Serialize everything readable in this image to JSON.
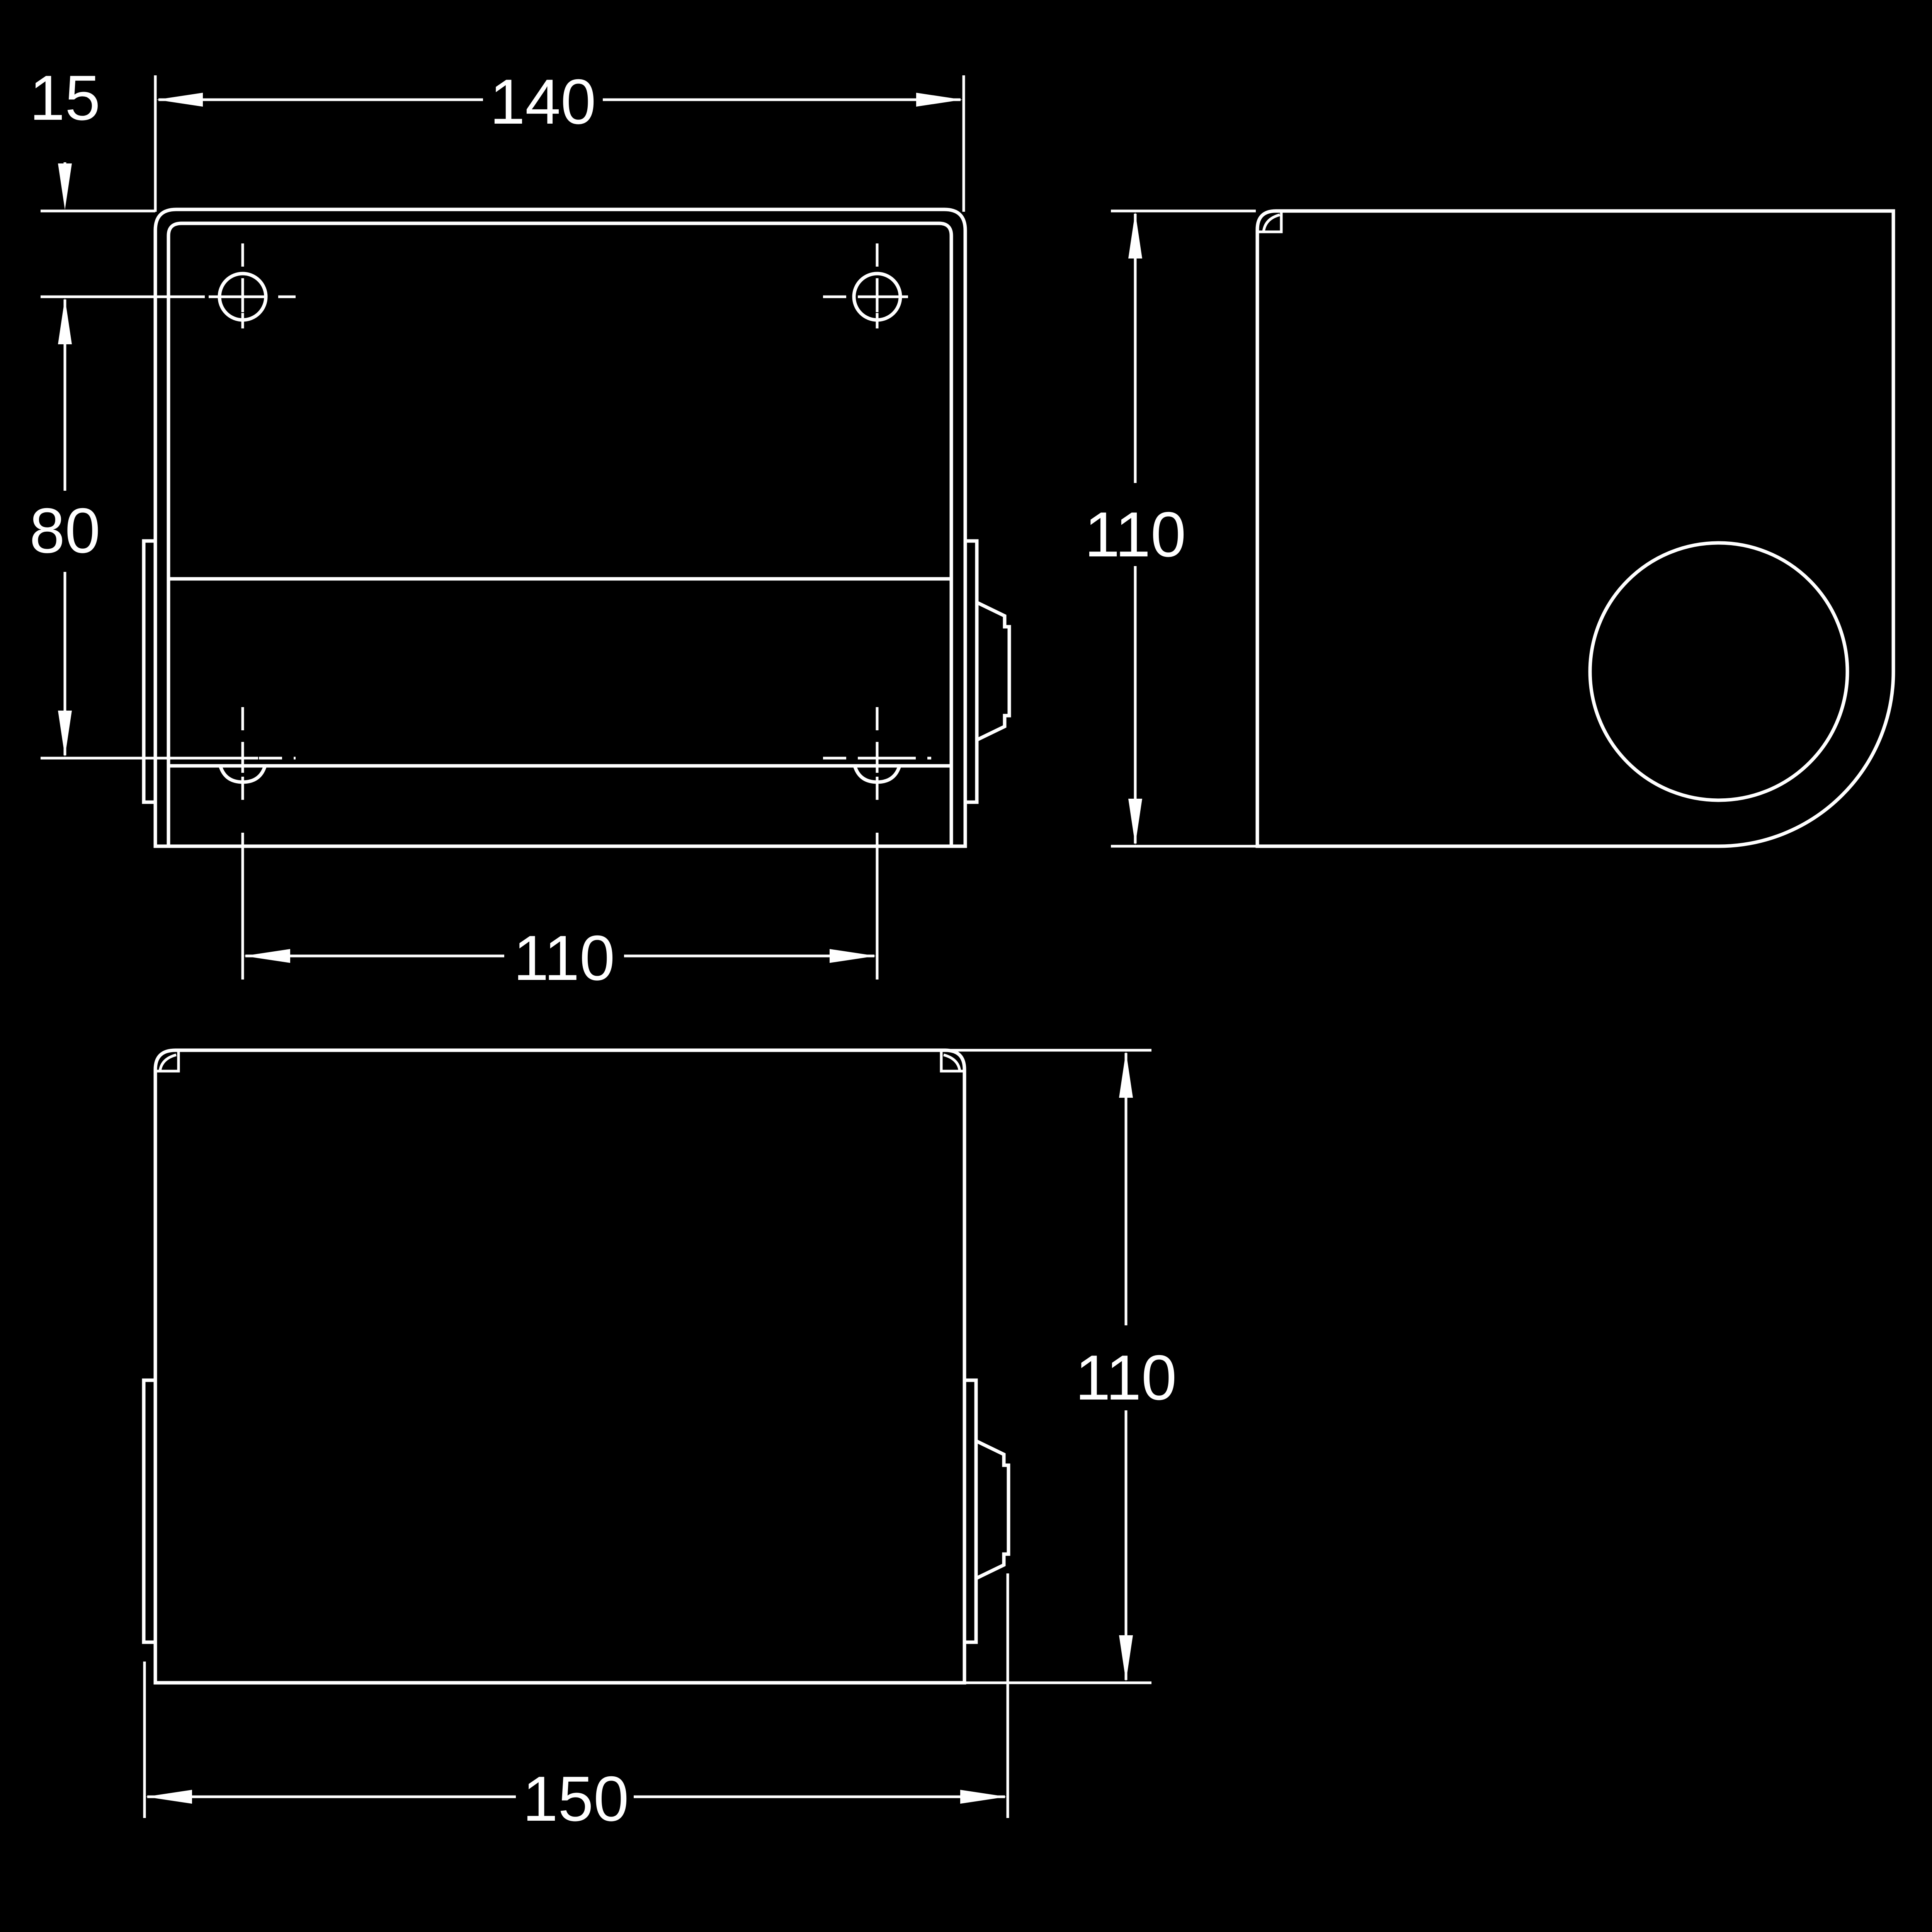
{
  "dimensions": {
    "front_top_offset": "15",
    "front_width": "140",
    "front_hole_vertical": "80",
    "front_hole_horizontal": "110",
    "side_height": "110",
    "top_depth": "110",
    "top_overall_width": "150"
  },
  "colors": {
    "background": "#000000",
    "line": "#ffffff"
  }
}
